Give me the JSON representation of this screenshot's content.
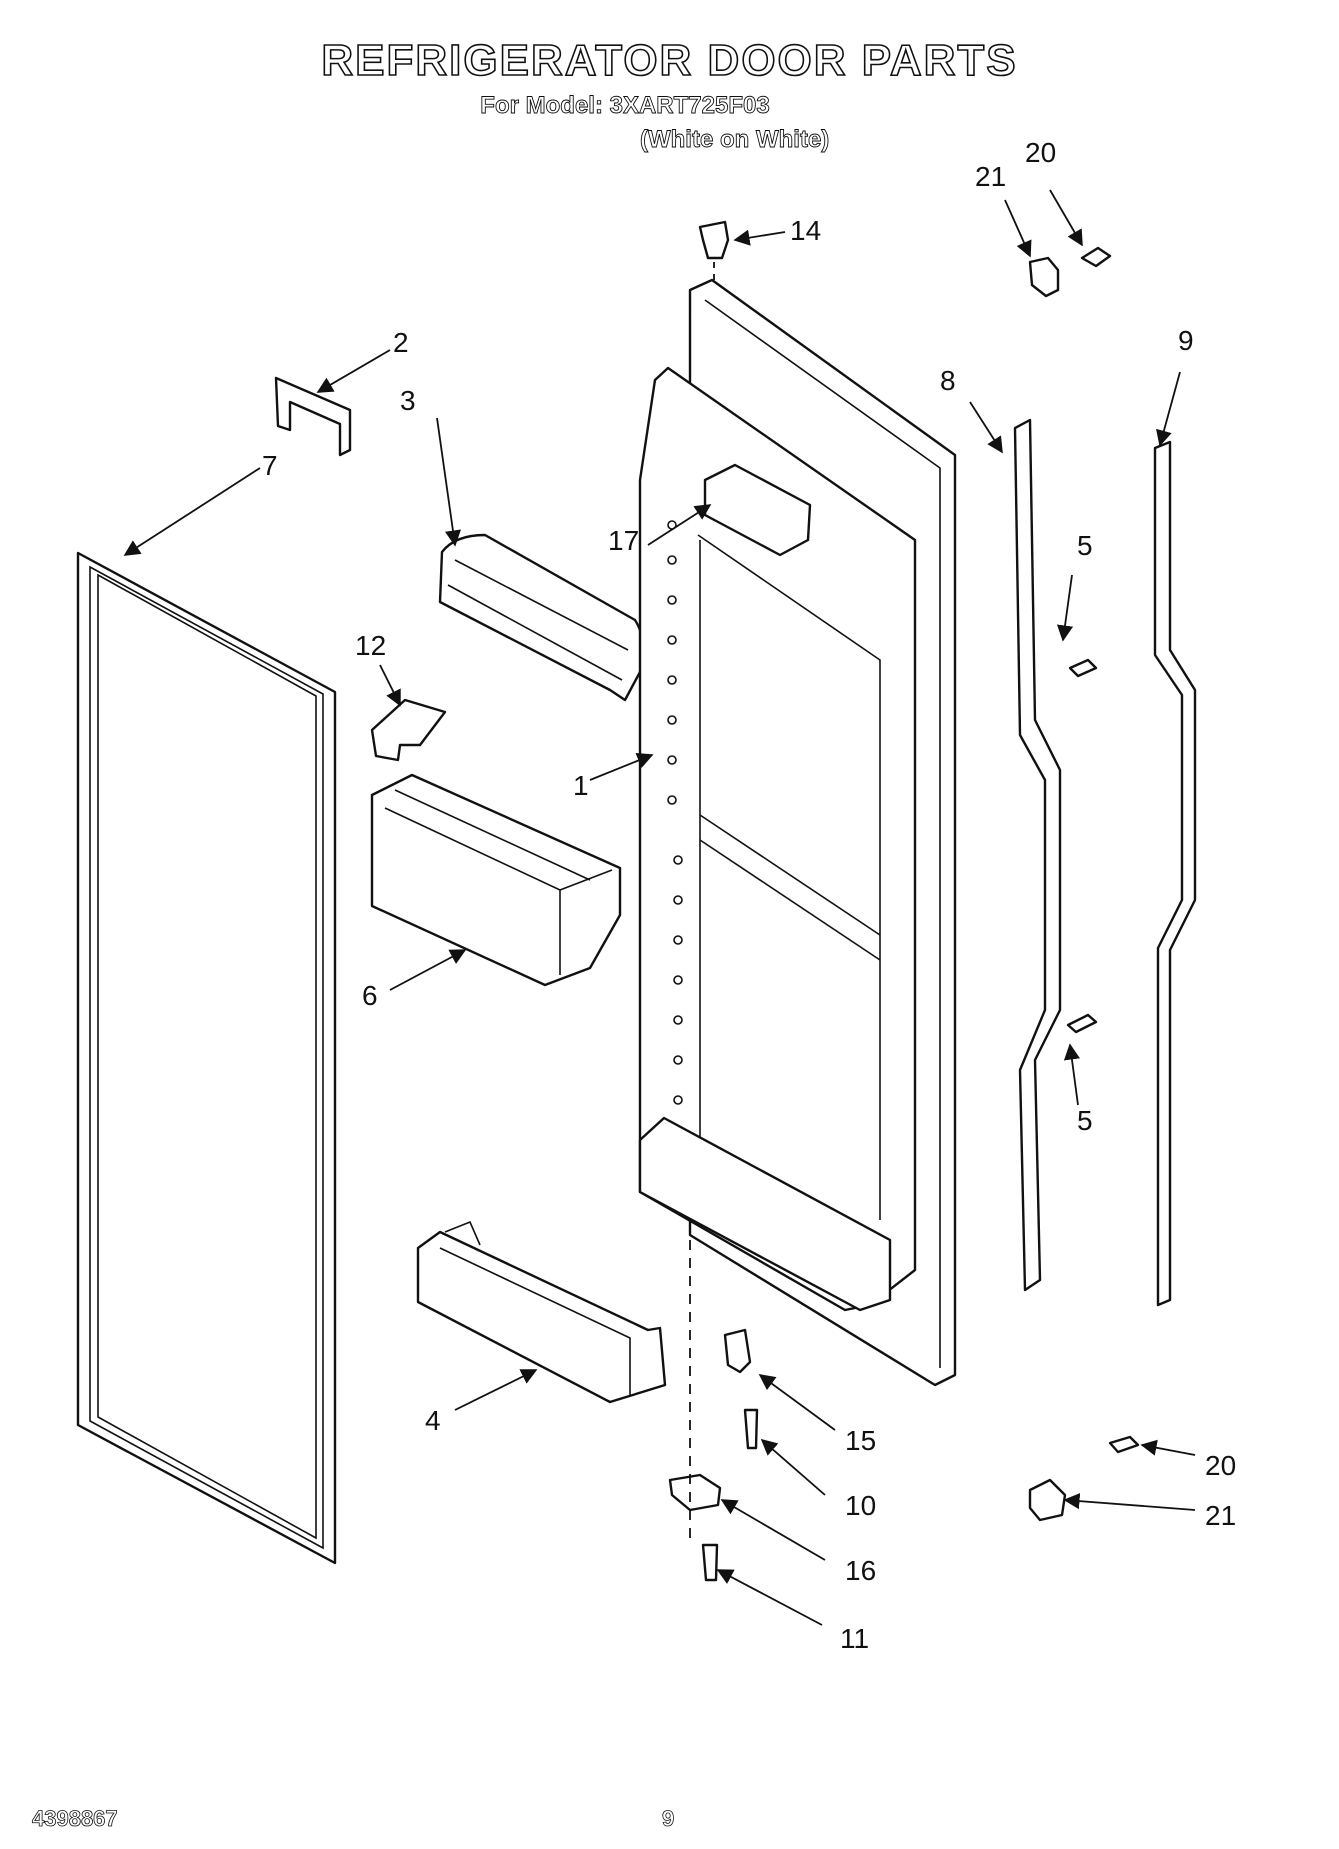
{
  "header": {
    "title": "REFRIGERATOR DOOR PARTS",
    "model_line": "For Model: 3XART725F03",
    "finish_line": "(White on White)"
  },
  "footer": {
    "doc_number": "4398867",
    "page_number": "9"
  },
  "callouts": [
    "1",
    "2",
    "3",
    "4",
    "5",
    "5",
    "6",
    "7",
    "8",
    "9",
    "10",
    "11",
    "12",
    "14",
    "15",
    "16",
    "17",
    "20",
    "20",
    "21",
    "21"
  ]
}
